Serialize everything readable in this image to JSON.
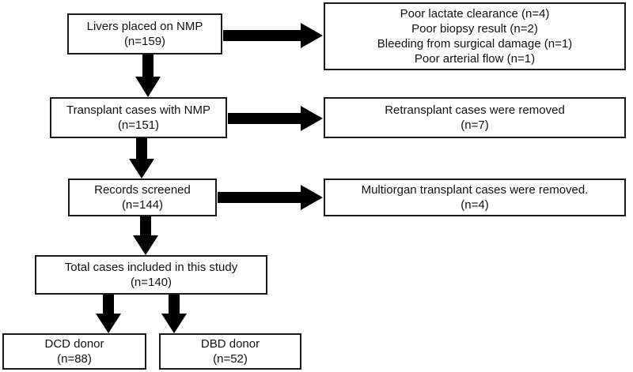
{
  "flowchart": {
    "livers_placed": {
      "title": "Livers placed on NMP",
      "count": "(n=159)"
    },
    "exclusion_nmp": {
      "lines": [
        "Poor lactate clearance (n=4)",
        "Poor biopsy result (n=2)",
        "Bleeding from surgical damage (n=1)",
        "Poor arterial flow (n=1)"
      ]
    },
    "transplant_cases": {
      "title": "Transplant cases with NMP",
      "count": "(n=151)"
    },
    "retransplant_removed": {
      "title": "Retransplant cases were removed",
      "count": "(n=7)"
    },
    "records_screened": {
      "title": "Records screened",
      "count": "(n=144)"
    },
    "multiorgan_removed": {
      "title": "Multiorgan transplant cases were removed.",
      "count": "(n=4)"
    },
    "total_included": {
      "title": "Total cases included in this study",
      "count": "(n=140)"
    },
    "dcd_donor": {
      "title": "DCD donor",
      "count": "(n=88)"
    },
    "dbd_donor": {
      "title": "DBD donor",
      "count": "(n=52)"
    }
  },
  "colors": {
    "border": "#1a1a1a",
    "arrow": "#000000",
    "background": "#ffffff"
  }
}
